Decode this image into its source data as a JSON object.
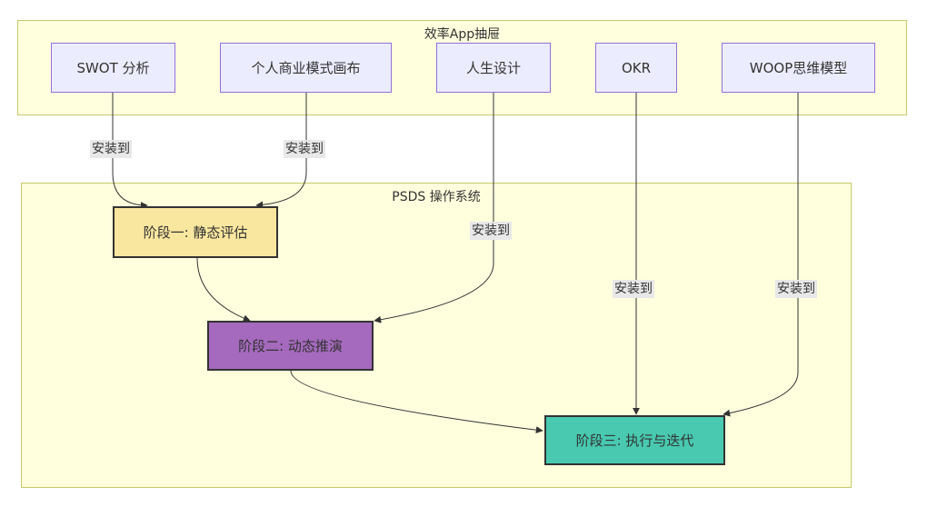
{
  "clusters": {
    "apps": {
      "title": "效率App抽屉"
    },
    "psds": {
      "title": "PSDS 操作系统"
    }
  },
  "nodes": {
    "swot": "SWOT 分析",
    "canvas": "个人商业模式画布",
    "life": "人生设计",
    "okr": "OKR",
    "woop": "WOOP思维模型",
    "stage1": "阶段一: 静态评估",
    "stage2": "阶段二: 动态推演",
    "stage3": "阶段三: 执行与迭代"
  },
  "edge_labels": {
    "install": "安装到"
  },
  "colors": {
    "cluster_fill": "#ffffde",
    "tool_fill": "#ececff",
    "stage1_fill": "#f9e79f",
    "stage2_fill": "#a569bd",
    "stage3_fill": "#48c9b0"
  }
}
